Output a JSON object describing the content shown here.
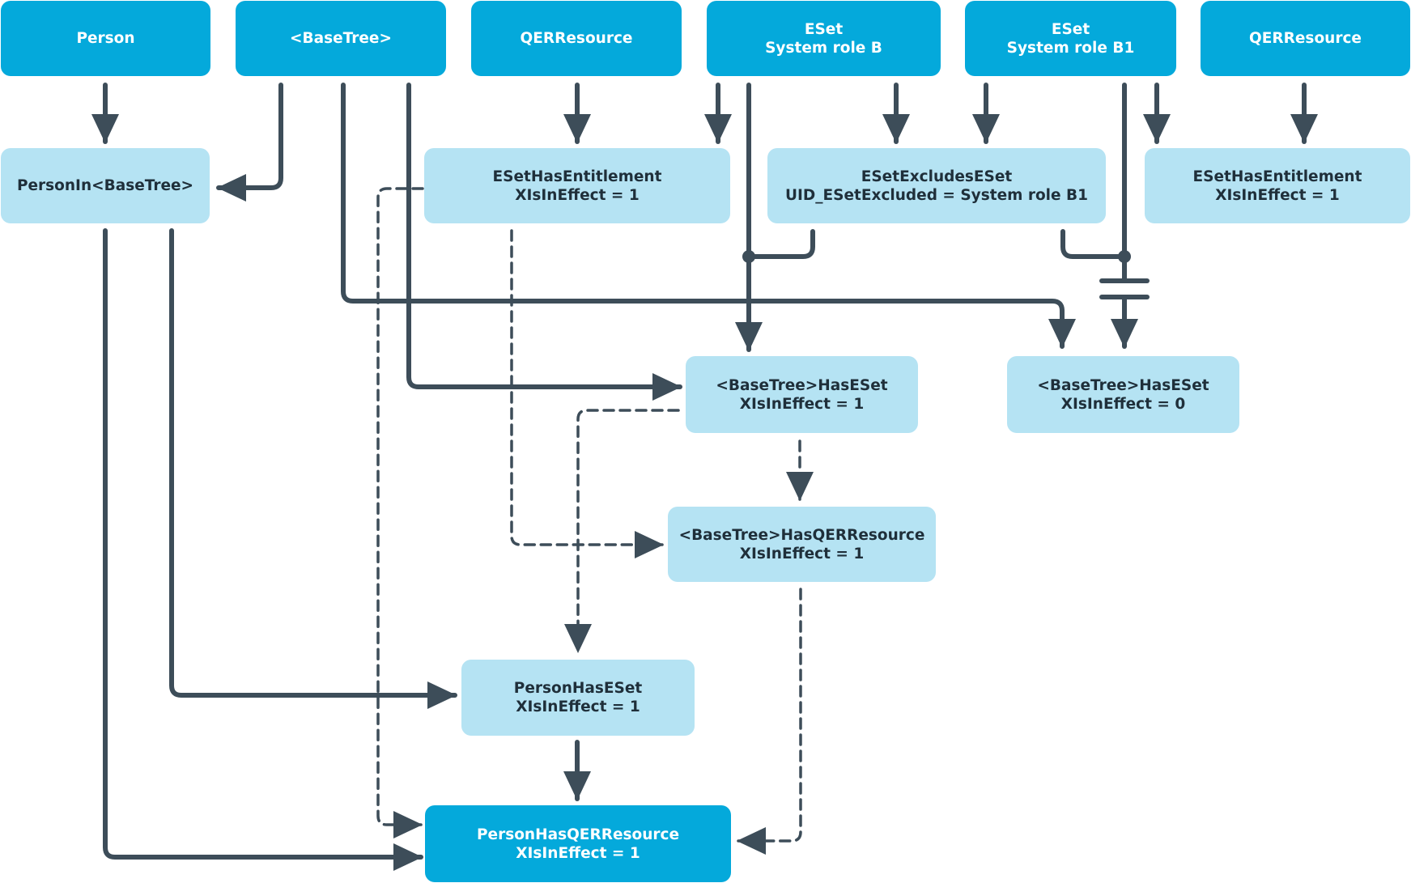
{
  "diagram": {
    "colors": {
      "dark_node": "#04a9db",
      "light_node": "#b5e3f3",
      "connector": "#3d4d59",
      "dark_text": "#ffffff",
      "light_text": "#1f2f3a"
    },
    "nodes": {
      "person": {
        "line1": "Person",
        "line2": ""
      },
      "basetree": {
        "line1": "<BaseTree>",
        "line2": ""
      },
      "qerresource_left": {
        "line1": "QERResource",
        "line2": ""
      },
      "eset_b": {
        "line1": "ESet",
        "line2": "System role B"
      },
      "eset_b1": {
        "line1": "ESet",
        "line2": "System role B1"
      },
      "qerresource_right": {
        "line1": "QERResource",
        "line2": ""
      },
      "person_in_basetree": {
        "line1": "PersonIn<BaseTree>",
        "line2": ""
      },
      "eset_has_entitlement_left": {
        "line1": "ESetHasEntitlement",
        "line2": "XIsInEffect = 1"
      },
      "eset_excludes_eset": {
        "line1": "ESetExcludesESet",
        "line2": "UID_ESetExcluded = System role B1"
      },
      "eset_has_entitlement_right": {
        "line1": "ESetHasEntitlement",
        "line2": "XIsInEffect = 1"
      },
      "basetree_has_eset_1": {
        "line1": "<BaseTree>HasESet",
        "line2": "XIsInEffect = 1"
      },
      "basetree_has_eset_0": {
        "line1": "<BaseTree>HasESet",
        "line2": "XIsInEffect = 0"
      },
      "basetree_has_qerresource": {
        "line1": "<BaseTree>HasQERResource",
        "line2": "XIsInEffect = 1"
      },
      "person_has_eset": {
        "line1": "PersonHasESet",
        "line2": "XIsInEffect = 1"
      },
      "person_has_qerresource": {
        "line1": "PersonHasQERResource",
        "line2": "XIsInEffect = 1"
      }
    }
  }
}
